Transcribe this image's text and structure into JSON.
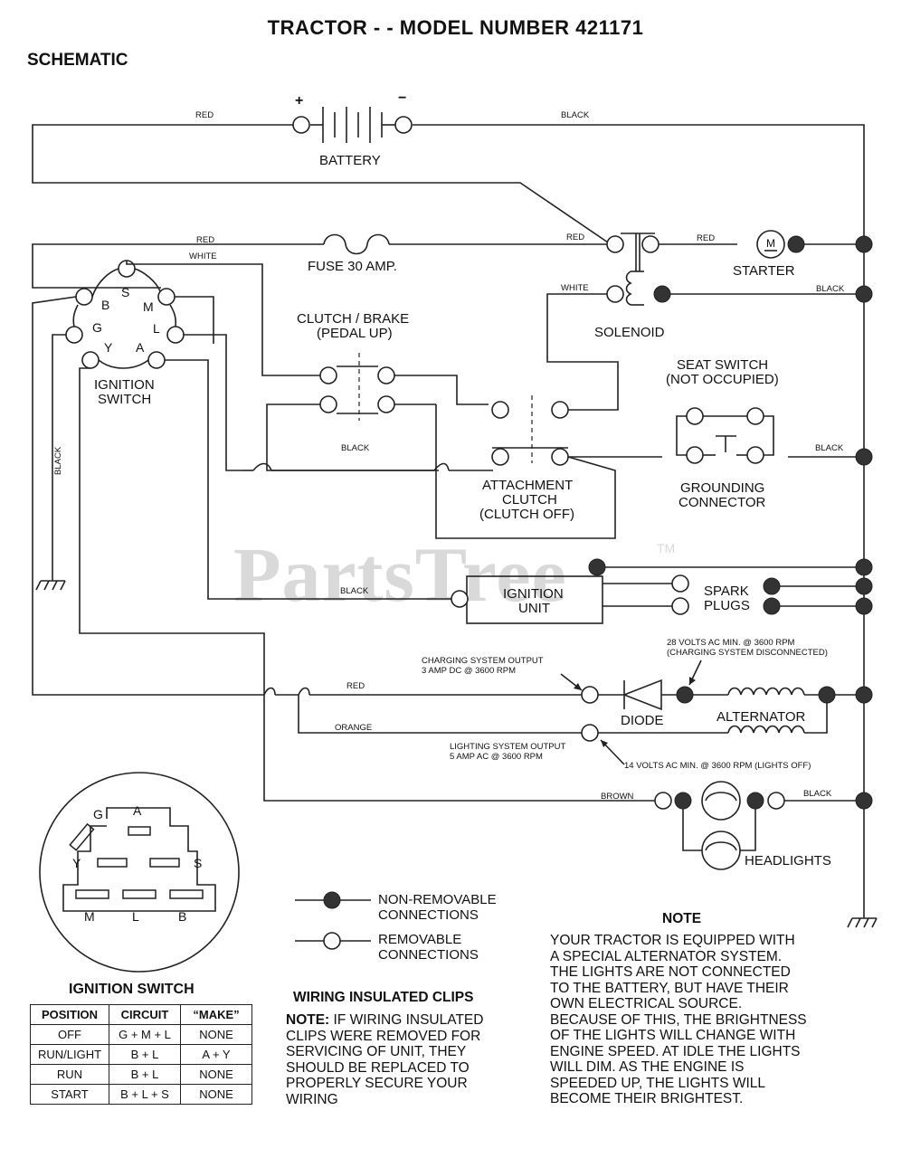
{
  "title": "TRACTOR - - MODEL NUMBER 421171",
  "subtitle": "SCHEMATIC",
  "watermark": {
    "text": "PartsTree",
    "tm": "TM"
  },
  "components": {
    "battery": "BATTERY",
    "battery_plus": "+",
    "battery_minus": "−",
    "fuse": "FUSE 30 AMP.",
    "solenoid": "SOLENOID",
    "starter": "STARTER",
    "starter_m": "M",
    "ignition_switch": [
      "IGNITION",
      "SWITCH"
    ],
    "ignition_pins": [
      "B",
      "S",
      "M",
      "G",
      "L",
      "Y",
      "A"
    ],
    "clutch_brake": [
      "CLUTCH / BRAKE",
      "(PEDAL UP)"
    ],
    "seat_switch": [
      "SEAT SWITCH",
      "(NOT OCCUPIED)"
    ],
    "grounding_connector": [
      "GROUNDING",
      "CONNECTOR"
    ],
    "attachment_clutch": [
      "ATTACHMENT",
      "CLUTCH",
      "(CLUTCH OFF)"
    ],
    "ignition_unit": [
      "IGNITION",
      "UNIT"
    ],
    "spark_plugs": [
      "SPARK",
      "PLUGS"
    ],
    "diode": "DIODE",
    "alternator": "ALTERNATOR",
    "headlights": "HEADLIGHTS"
  },
  "wire_labels": {
    "red_battery": "RED",
    "black_battery": "BLACK",
    "red_fuse": "RED",
    "white_switch": "WHITE",
    "red_solenoid": "RED",
    "red_starter": "RED",
    "white_solenoid": "WHITE",
    "black_solenoid": "BLACK",
    "black_left": "BLACK",
    "black_clutch": "BLACK",
    "black_seat": "BLACK",
    "black_ignition_unit": "BLACK",
    "red_charging": "RED",
    "orange_lighting": "ORANGE",
    "brown_headlight": "BROWN",
    "black_headlight": "BLACK"
  },
  "annotations": {
    "charging_output": [
      "CHARGING SYSTEM OUTPUT",
      "3 AMP DC @ 3600 RPM"
    ],
    "volts_28": [
      "28 VOLTS AC MIN. @ 3600 RPM",
      "(CHARGING SYSTEM DISCONNECTED)"
    ],
    "lighting_output": [
      "LIGHTING SYSTEM OUTPUT",
      "5 AMP AC @ 3600 RPM"
    ],
    "volts_14": "14 VOLTS AC MIN. @ 3600 RPM (LIGHTS OFF)"
  },
  "legend": {
    "non_removable": [
      "NON-REMOVABLE",
      "CONNECTIONS"
    ],
    "removable": [
      "REMOVABLE",
      "CONNECTIONS"
    ]
  },
  "connector_pins": [
    "G",
    "A",
    "Y",
    "S",
    "M",
    "L",
    "B"
  ],
  "ignition_table": {
    "caption": "IGNITION SWITCH",
    "headers": [
      "POSITION",
      "CIRCUIT",
      "“MAKE”"
    ],
    "rows": [
      [
        "OFF",
        "G + M + L",
        "NONE"
      ],
      [
        "RUN/LIGHT",
        "B + L",
        "A + Y"
      ],
      [
        "RUN",
        "B + L",
        "NONE"
      ],
      [
        "START",
        "B + L + S",
        "NONE"
      ]
    ]
  },
  "clips_note": {
    "heading": "WIRING INSULATED CLIPS",
    "lead": "NOTE:",
    "lines": [
      " IF WIRING INSULATED",
      "CLIPS WERE REMOVED FOR",
      "SERVICING OF UNIT, THEY",
      "SHOULD BE REPLACED TO",
      "PROPERLY SECURE YOUR",
      "WIRING"
    ]
  },
  "note": {
    "heading": "NOTE",
    "lines": [
      "YOUR TRACTOR IS EQUIPPED WITH",
      "A SPECIAL ALTERNATOR SYSTEM.",
      "THE LIGHTS ARE NOT CONNECTED",
      "TO  THE BATTERY, BUT HAVE THEIR",
      "OWN ELECTRICAL SOURCE.",
      "BECAUSE OF THIS, THE BRIGHTNESS",
      "OF THE LIGHTS WILL CHANGE WITH",
      "ENGINE SPEED.  AT IDLE THE LIGHTS",
      "WILL DIM.  AS THE ENGINE IS",
      "SPEEDED UP, THE LIGHTS WILL",
      "BECOME THEIR BRIGHTEST."
    ]
  }
}
